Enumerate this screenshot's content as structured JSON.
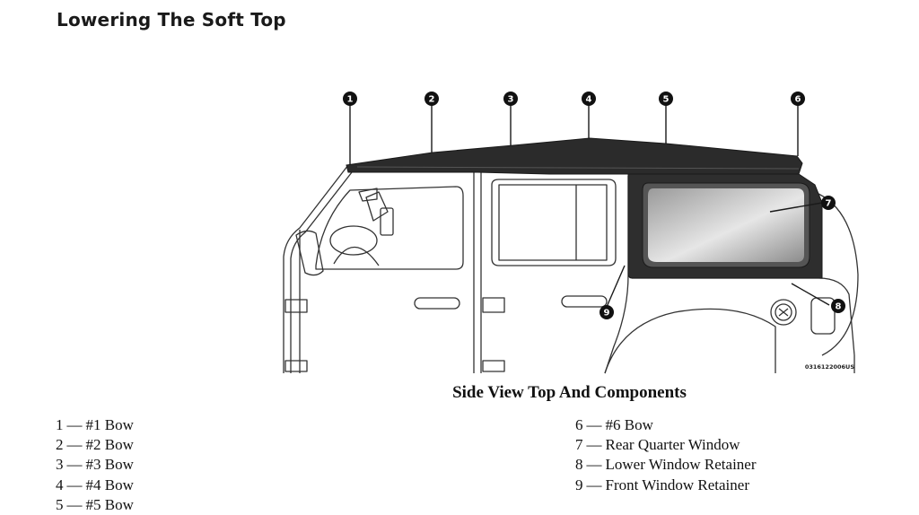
{
  "section": {
    "title": "Lowering The Soft Top"
  },
  "figure": {
    "caption": "Side View Top And Components",
    "image_code": "0316122006US",
    "callouts": [
      "1",
      "2",
      "3",
      "4",
      "5",
      "6",
      "7",
      "8",
      "9"
    ]
  },
  "legend": {
    "separator": "—",
    "left": [
      {
        "num": "1",
        "label": "#1 Bow"
      },
      {
        "num": "2",
        "label": "#2 Bow"
      },
      {
        "num": "3",
        "label": "#3 Bow"
      },
      {
        "num": "4",
        "label": "#4 Bow"
      },
      {
        "num": "5",
        "label": "#5 Bow"
      }
    ],
    "right": [
      {
        "num": "6",
        "label": "#6 Bow"
      },
      {
        "num": "7",
        "label": "Rear Quarter Window"
      },
      {
        "num": "8",
        "label": "Lower Window Retainer"
      },
      {
        "num": "9",
        "label": "Front Window Retainer"
      }
    ]
  },
  "colors": {
    "top": "#2b2b2b",
    "line": "#333333",
    "callout": "#111111"
  }
}
